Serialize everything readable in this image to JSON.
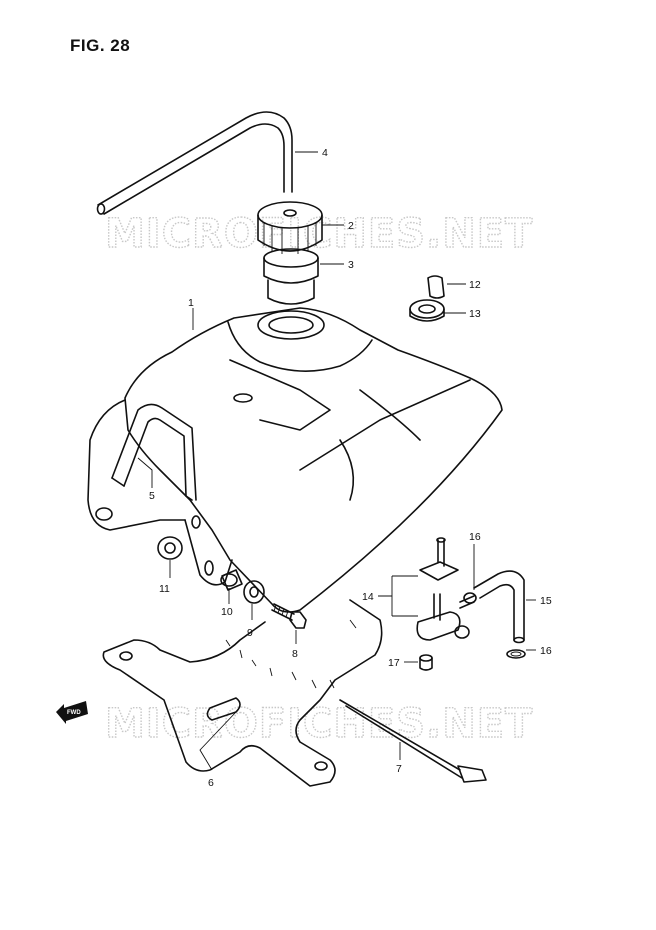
{
  "figure": {
    "title": "FIG. 28"
  },
  "watermark": {
    "text": "MICROFICHES.NET"
  },
  "direction_marker": {
    "label": "FWD"
  },
  "callouts": {
    "p1": "1",
    "p2": "2",
    "p3": "3",
    "p4": "4",
    "p5": "5",
    "p6": "6",
    "p7": "7",
    "p8": "8",
    "p9": "9",
    "p10": "10",
    "p11": "11",
    "p12": "12",
    "p13": "13",
    "p14": "14",
    "p15": "15",
    "p16a": "16",
    "p16b": "16",
    "p17": "17"
  }
}
